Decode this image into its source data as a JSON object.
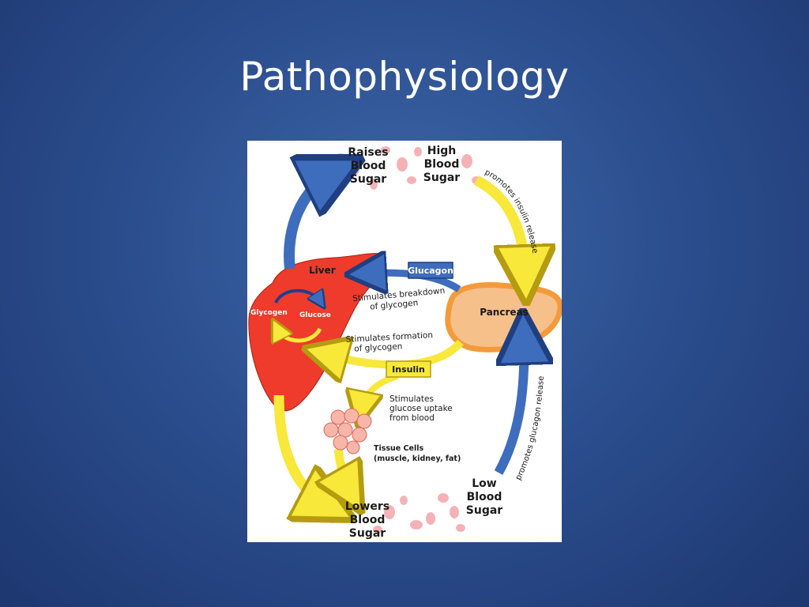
{
  "slide": {
    "title": "Pathophysiology"
  },
  "diagram": {
    "raises_blood_sugar": [
      "Raises",
      "Blood",
      "Sugar"
    ],
    "high_blood_sugar": [
      "High",
      "Blood",
      "Sugar"
    ],
    "low_blood_sugar": [
      "Low",
      "Blood",
      "Sugar"
    ],
    "lowers_blood_sugar": [
      "Lowers",
      "Blood",
      "Sugar"
    ],
    "liver": "Liver",
    "glycogen": "Glycogen",
    "glucose": "Glucose",
    "glucagon": "Glucagon",
    "pancreas": "Pancreas",
    "insulin": "Insulin",
    "stimulates_breakdown": [
      "Stimulates breakdown",
      "of glycogen"
    ],
    "stimulates_formation": [
      "Stimulates formation",
      "of glycogen"
    ],
    "stimulates_uptake": [
      "Stimulates",
      "glucose uptake",
      "from blood"
    ],
    "tissue_cells": [
      "Tissue Cells",
      "(muscle, kidney, fat)"
    ],
    "promotes_insulin": "promotes insulin release",
    "promotes_glucagon": "promotes glucagon release",
    "colors": {
      "blue_arrow": "#3f6dbd",
      "yellow_arrow": "#f7e83a",
      "liver_red": "#ee3b2b",
      "pancreas_orange": "#f49a3b",
      "blood_cell_pink": "#f3a0a5"
    }
  }
}
